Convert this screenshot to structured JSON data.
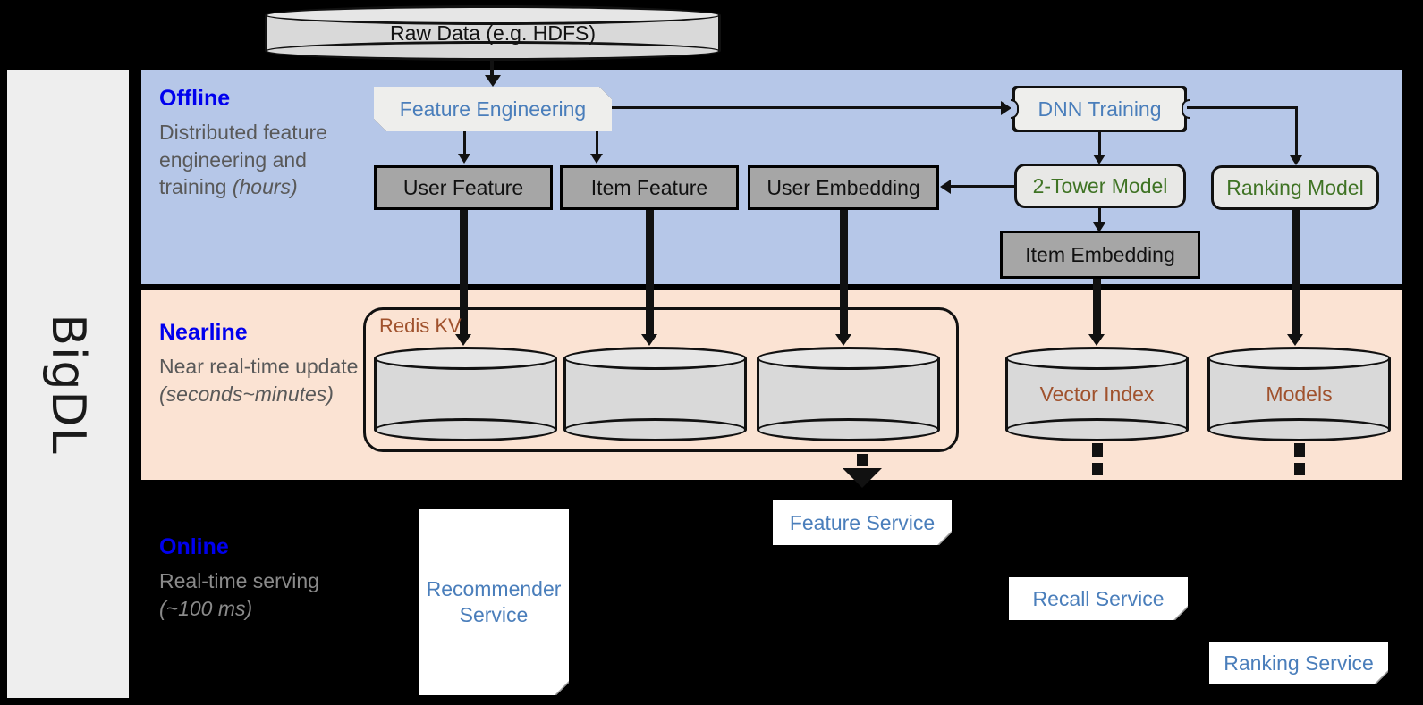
{
  "sidebar": {
    "label": "BigDL"
  },
  "stages": [
    {
      "key": "offline",
      "title": "Offline",
      "sub_line1": "Distributed feature engineering and training ",
      "sub_em": "(hours)"
    },
    {
      "key": "nearline",
      "title": "Nearline",
      "sub_line1": "Near real-time update ",
      "sub_em": "(seconds~minutes)"
    },
    {
      "key": "online",
      "title": "Online",
      "sub_line1": "Real-time serving ",
      "sub_em": "(~100 ms)"
    }
  ],
  "nodes": {
    "raw_data": "Raw Data (e.g. HDFS)",
    "feature_engineering": "Feature Engineering",
    "dnn_training": "DNN Training",
    "user_feature": "User Feature",
    "item_feature": "Item Feature",
    "user_embedding": "User Embedding",
    "two_tower_model": "2-Tower Model",
    "ranking_model": "Ranking Model",
    "item_embedding": "Item Embedding",
    "redis_kv": "Redis KV",
    "vector_index": "Vector Index",
    "models": "Models",
    "recommender_service": "Recommender Service",
    "feature_service": "Feature Service",
    "recall_service": "Recall Service",
    "ranking_service": "Ranking Service"
  },
  "colors": {
    "offline_band": "#b6c7e8",
    "nearline_band": "#fbe3d3",
    "online_band": "#000000",
    "stage_title": "#0000ee",
    "stage_sub": "#595959",
    "gray_node": "#a6a6a6",
    "light_node": "#e8e8e6",
    "green_text": "#3f7324",
    "blue_text": "#4a7ebb",
    "brown_text": "#a0522d",
    "sidebar": "#eeeeee"
  }
}
